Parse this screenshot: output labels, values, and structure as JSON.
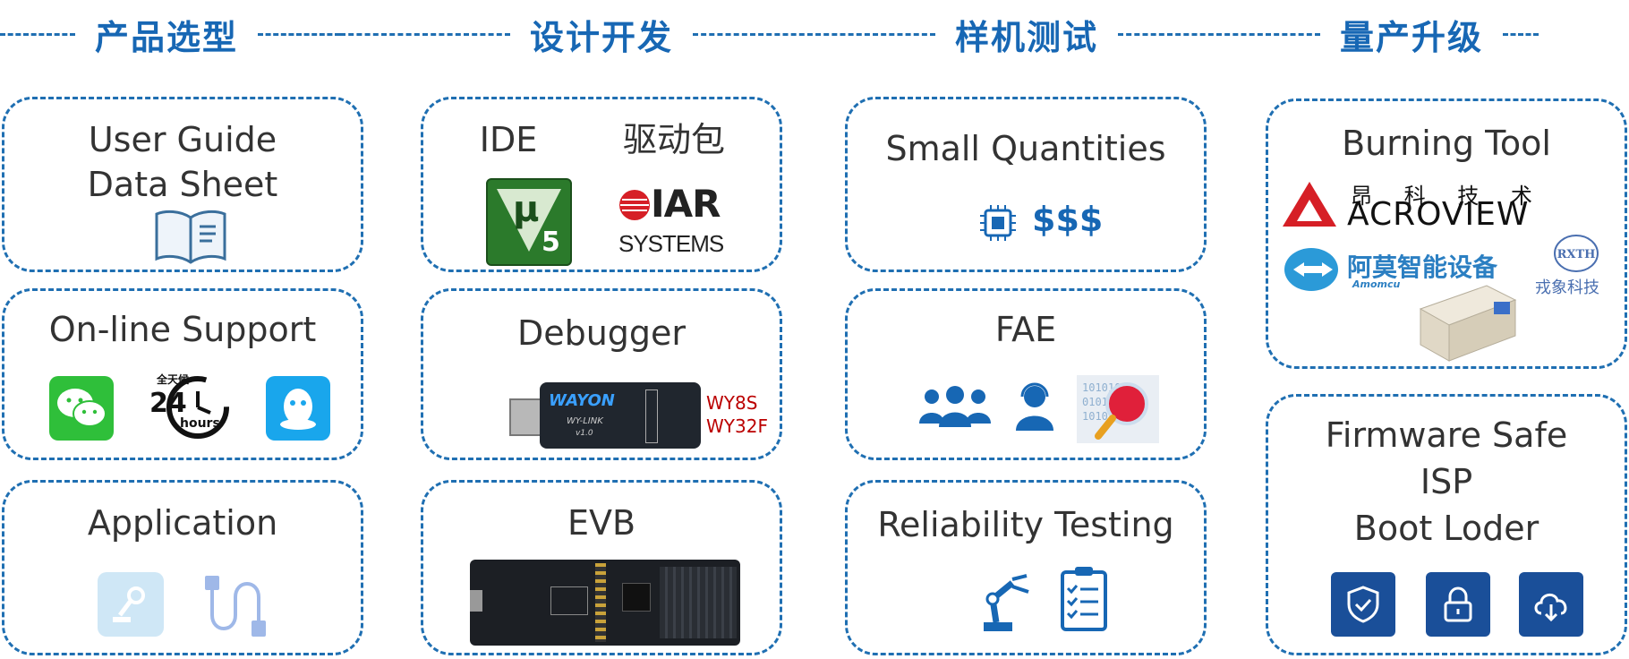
{
  "headers": [
    "产品选型",
    "设计开发",
    "样机测试",
    "量产升级"
  ],
  "col1": {
    "guide": {
      "line1": "User Guide",
      "line2": "Data Sheet",
      "icon": "book-icon"
    },
    "support": {
      "title": "On-line Support",
      "icons": [
        "wechat-icon",
        "24-hours-icon",
        "qq-icon"
      ],
      "badge_top": "全天候",
      "badge_num": "24",
      "badge_unit": "hours"
    },
    "application": {
      "title": "Application",
      "icons": [
        "robot-arm-icon",
        "usb-cable-icon"
      ]
    }
  },
  "col2": {
    "ide": {
      "title1": "IDE",
      "title2": "驱动包",
      "keil_mu": "μ",
      "keil_5": "5",
      "iar_top": "IAR",
      "iar_bottom": "SYSTEMS"
    },
    "debugger": {
      "title": "Debugger",
      "brand": "WAYON",
      "model": "WY-LINK",
      "version": "v1.0",
      "label1": "WY8S",
      "label2": "WY32F"
    },
    "evb": {
      "title": "EVB"
    }
  },
  "col3": {
    "small": {
      "title": "Small Quantities",
      "money": "$$$",
      "icon": "chip-icon"
    },
    "fae": {
      "title": "FAE",
      "icons": [
        "team-icon",
        "support-agent-icon",
        "data-search-icon"
      ]
    },
    "reliability": {
      "title": "Reliability Testing",
      "icons": [
        "robot-arm-icon",
        "checklist-icon"
      ]
    }
  },
  "col4": {
    "burning": {
      "title": "Burning Tool",
      "acro_cn": "昂 科 技 术",
      "acro_en": "ACROVIEW",
      "amo_cn": "阿莫智能设备",
      "amo_en": "Amomcu",
      "rxth_logo": "RXTH",
      "rxth_cn": "戎象科技"
    },
    "firmware": {
      "title": "Firmware Safe",
      "line2": "ISP",
      "line3": "Boot Loder",
      "icons": [
        "shield-check-icon",
        "lock-icon",
        "cloud-download-icon"
      ]
    }
  },
  "colors": {
    "accent": "#1767b4",
    "border": "#1f6fb2",
    "text": "#333333",
    "red": "#b00000"
  }
}
